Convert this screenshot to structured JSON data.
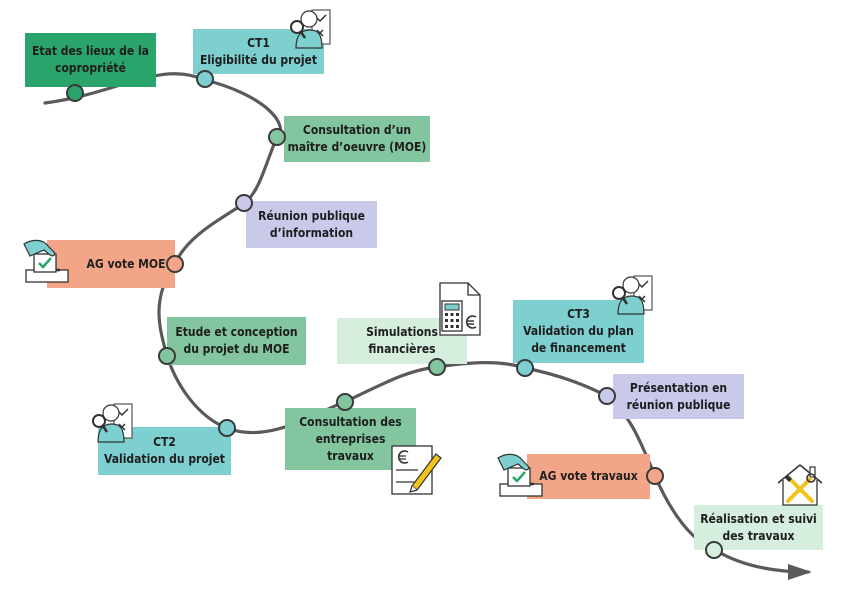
{
  "steps": {
    "etat": {
      "lines": [
        "Etat des lieux de la",
        "copropriété"
      ]
    },
    "ct1": {
      "lines": [
        "CT1",
        "Eligibilité du projet"
      ]
    },
    "consult_moe": {
      "lines": [
        "Consultation d’un",
        "maître d’oeuvre (MOE)"
      ]
    },
    "reunion_info": {
      "lines": [
        "Réunion publique",
        "d’information"
      ]
    },
    "ag_moe": {
      "lines": [
        "AG vote MOE"
      ]
    },
    "etude": {
      "lines": [
        "Etude et conception",
        "du projet du MOE"
      ]
    },
    "ct2": {
      "lines": [
        "CT2",
        "Validation du projet"
      ]
    },
    "consult_ent": {
      "lines": [
        "Consultation des",
        "entreprises",
        "travaux"
      ]
    },
    "simulations": {
      "lines": [
        "Simulations",
        "financières"
      ]
    },
    "ct3": {
      "lines": [
        "CT3",
        "Validation du plan",
        "de financement"
      ]
    },
    "presentation": {
      "lines": [
        "Présentation en",
        "réunion publique"
      ]
    },
    "ag_travaux": {
      "lines": [
        "AG vote travaux"
      ]
    },
    "realisation": {
      "lines": [
        "Réalisation et suivi",
        "des travaux"
      ]
    }
  },
  "icons": {
    "ballot": "ballot-box-icon",
    "inspector": "inspector-magnifier-icon",
    "calculator": "calculator-document-icon",
    "contract": "euro-contract-pen-icon",
    "tools": "house-tools-icon"
  },
  "colors": {
    "dark_green": "#2aa46a",
    "light_green": "#82c59e",
    "cyan": "#7ecfcf",
    "lavender": "#c9c9ea",
    "peach": "#f3a587",
    "pale_green": "#d5eedd",
    "path": "#5a5a5a",
    "icon_yellow": "#f2c31c"
  }
}
